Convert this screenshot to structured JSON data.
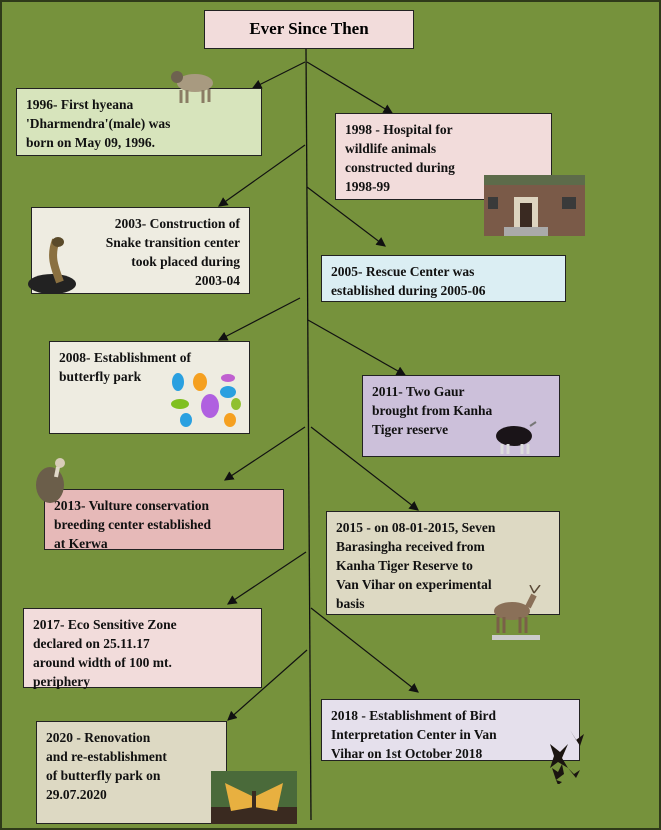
{
  "title": "Ever Since Then",
  "colors": {
    "background": "#76923c",
    "line": "#111111"
  },
  "events": [
    {
      "year": "1996",
      "lines": [
        "1996- First hyeana",
        "'Dharmendra'(male) was",
        "born on  May 09, 1996."
      ],
      "color": "#d7e4bc",
      "icon": "hyena-icon"
    },
    {
      "year": "1998",
      "lines": [
        "1998 - Hospital for",
        "wildlife animals",
        "constructed during",
        "1998-99"
      ],
      "color": "#f2dcdb",
      "icon": "hospital-building-photo"
    },
    {
      "year": "2003",
      "lines": [
        "2003- Construction of",
        "Snake transition center",
        "took placed during",
        "2003-04"
      ],
      "color": "#eeece1",
      "icon": "cobra-icon"
    },
    {
      "year": "2005",
      "lines": [
        "2005- Rescue Center was",
        "established during 2005-06"
      ],
      "color": "#dbeef3"
    },
    {
      "year": "2008",
      "lines": [
        "2008- Establishment of",
        "butterfly park"
      ],
      "color": "#eeece1",
      "icon": "butterflies-icon"
    },
    {
      "year": "2011",
      "lines": [
        "2011- Two Gaur",
        "brought from Kanha",
        "Tiger reserve"
      ],
      "color": "#ccc0da",
      "icon": "gaur-icon"
    },
    {
      "year": "2013",
      "lines": [
        "2013- Vulture conservation",
        "breeding center established",
        "at Kerwa"
      ],
      "color": "#e6b9b8",
      "icon": "vulture-icon"
    },
    {
      "year": "2015",
      "lines": [
        "2015 - on 08-01-2015,  Seven",
        "Barasingha received from",
        "Kanha Tiger Reserve to",
        "Van Vihar on experimental",
        "basis"
      ],
      "color": "#ddd9c3",
      "icon": "deer-icon"
    },
    {
      "year": "2017",
      "lines": [
        "2017- Eco Sensitive Zone",
        "declared on 25.11.17",
        "around width of 100 mt.",
        "periphery"
      ],
      "color": "#f2dcdb"
    },
    {
      "year": "2018",
      "lines": [
        "2018 - Establishment of Bird",
        "Interpretation Center in Van",
        "Vihar on 1st October 2018"
      ],
      "color": "#e5e0ec",
      "icon": "birds-icon"
    },
    {
      "year": "2020",
      "lines": [
        "2020 - Renovation",
        "and re-establishment",
        "of butterfly park  on",
        "29.07.2020"
      ],
      "color": "#ddd9c3",
      "icon": "butterfly-sculpture-photo"
    }
  ]
}
